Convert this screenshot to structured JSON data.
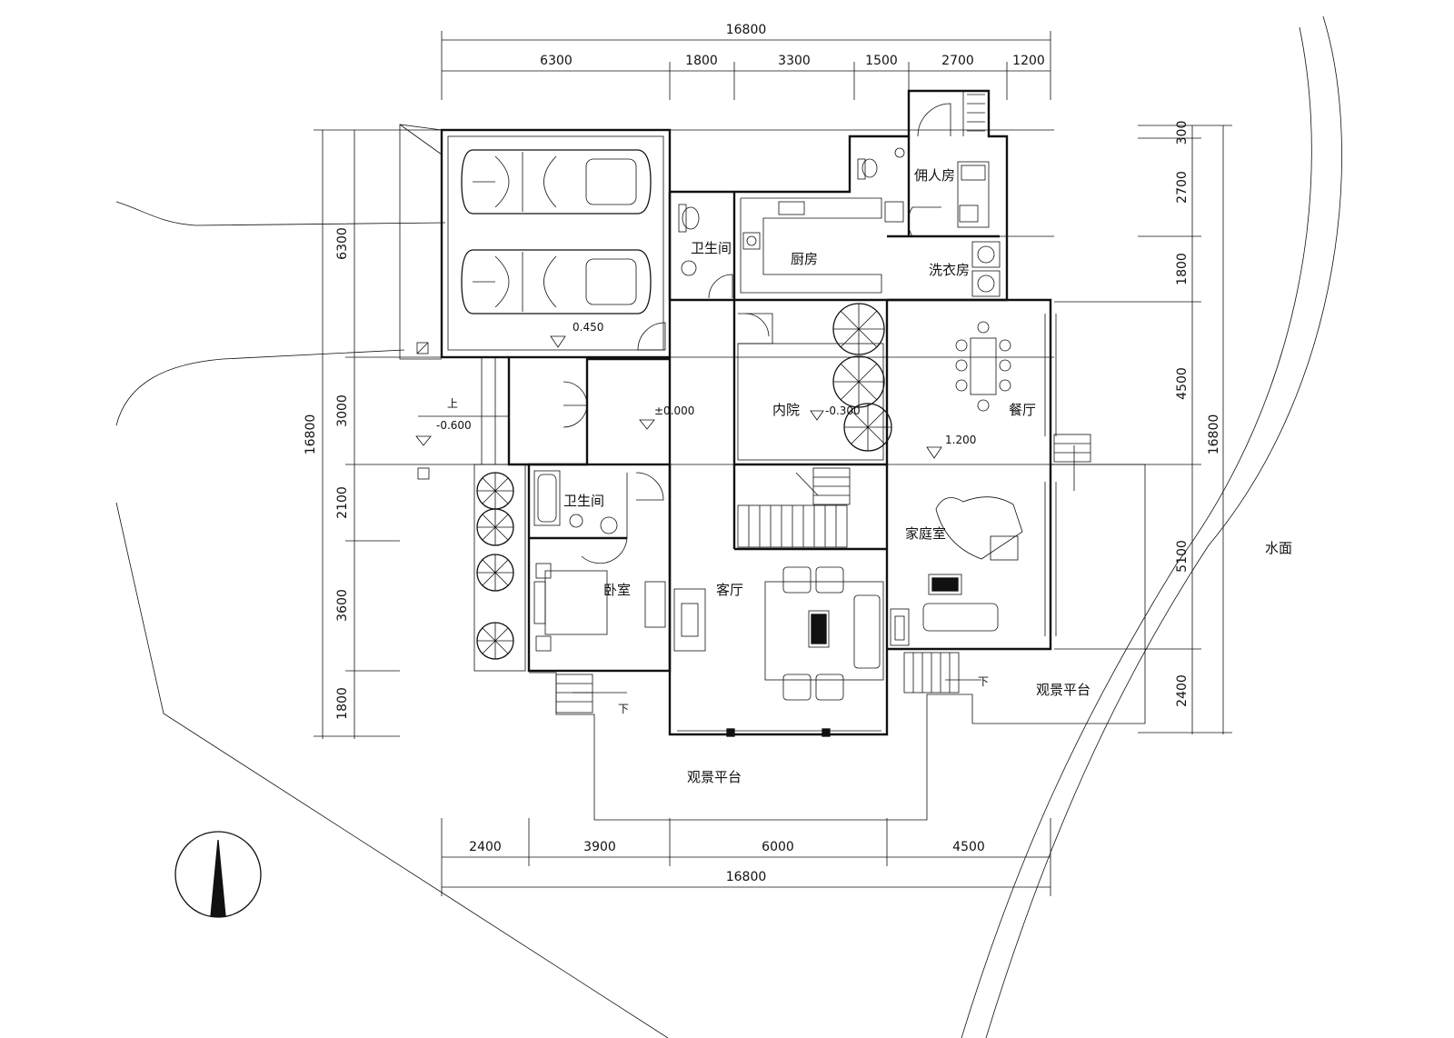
{
  "dimensions": {
    "top_total": "16800",
    "top_segments": [
      "6300",
      "1800",
      "3300",
      "1500",
      "2700",
      "1200"
    ],
    "bottom_total": "16800",
    "bottom_segments": [
      "2400",
      "3900",
      "6000",
      "4500"
    ],
    "left_total": "16800",
    "left_segments": [
      "6300",
      "3000",
      "2100",
      "3600",
      "1800"
    ],
    "right_total": "16800",
    "right_segments": [
      "300",
      "2700",
      "1800",
      "4500",
      "5100",
      "2400"
    ]
  },
  "rooms": {
    "bath_north": "卫生间",
    "kitchen": "厨房",
    "servant_room": "佣人房",
    "laundry": "洗衣房",
    "courtyard": "内院",
    "dining": "餐厅",
    "bath_south": "卫生间",
    "bedroom": "卧室",
    "living": "客厅",
    "family_room": "家庭室",
    "terrace_east": "观景平台",
    "terrace_south": "观景平台",
    "water": "水面"
  },
  "levels": {
    "garage": "0.450",
    "entry": "±0.000",
    "courtyard": "-0.300",
    "dining": "1.200",
    "outdoor": "-0.600",
    "up_mark": "上"
  },
  "stair_marks": {
    "south_west": "下",
    "south_east": "下"
  }
}
